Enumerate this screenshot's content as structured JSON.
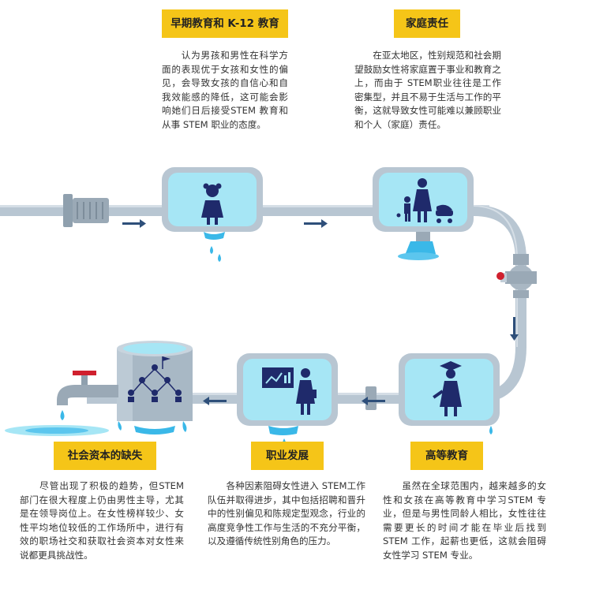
{
  "stages": {
    "early_education": {
      "title": "早期教育和 K-12 教育",
      "text": "　　认为男孩和男性在科学方面的表现优于女孩和女性的偏见，会导致女孩的自信心和自我效能感的降低，这可能会影响她们日后接受STEM 教育和从事 STEM 职业的态度。"
    },
    "family": {
      "title": "家庭责任",
      "text": "　　在亚太地区，性别规范和社会期望鼓励女性将家庭置于事业和教育之上，而由于 STEM职业往往是工作密集型，并且不易于生活与工作的平衡，这就导致女性可能难以兼顾职业和个人（家庭）责任。"
    },
    "higher_education": {
      "title": "高等教育",
      "text": "　　虽然在全球范围内，越来越多的女性和女孩在高等教育中学习STEM 专业，但是与男性同龄人相比，女性往往需要更长的时间才能在毕业后找到 STEM 工作，起薪也更低，这就会阻碍女性学习 STEM 专业。"
    },
    "career": {
      "title": "职业发展",
      "text": "　　各种因素阻碍女性进入 STEM工作队伍并取得进步，其中包括招聘和晋升中的性别偏见和陈规定型观念，行业的高度竞争性工作与生活的不充分平衡，以及遵循传统性别角色的压力。"
    },
    "social_capital": {
      "title": "社会资本的缺失",
      "text": "　　尽管出现了积极的趋势，但STEM 部门在很大程度上仍由男性主导，尤其是在领导岗位上。在女性榜样较少、女性平均地位较低的工作场所中，进行有效的职场社交和获取社会资本对女性来说都更具挑战性。"
    }
  },
  "colors": {
    "pipe": "#b8c6d2",
    "pipe_dark": "#8fa0ae",
    "tank_fill": "#a6e6f5",
    "water": "#3ab8e8",
    "figure": "#1f2a6b",
    "label_bg": "#f5c518",
    "arrow": "#2e4f7a",
    "valve": "#d0202e"
  },
  "icons": [
    "girl-icon",
    "mother-with-child-and-stroller-icon",
    "graduate-icon",
    "presenter-with-chart-icon",
    "network-hierarchy-icon",
    "faucet-icon",
    "valve-icon",
    "motor-icon"
  ]
}
